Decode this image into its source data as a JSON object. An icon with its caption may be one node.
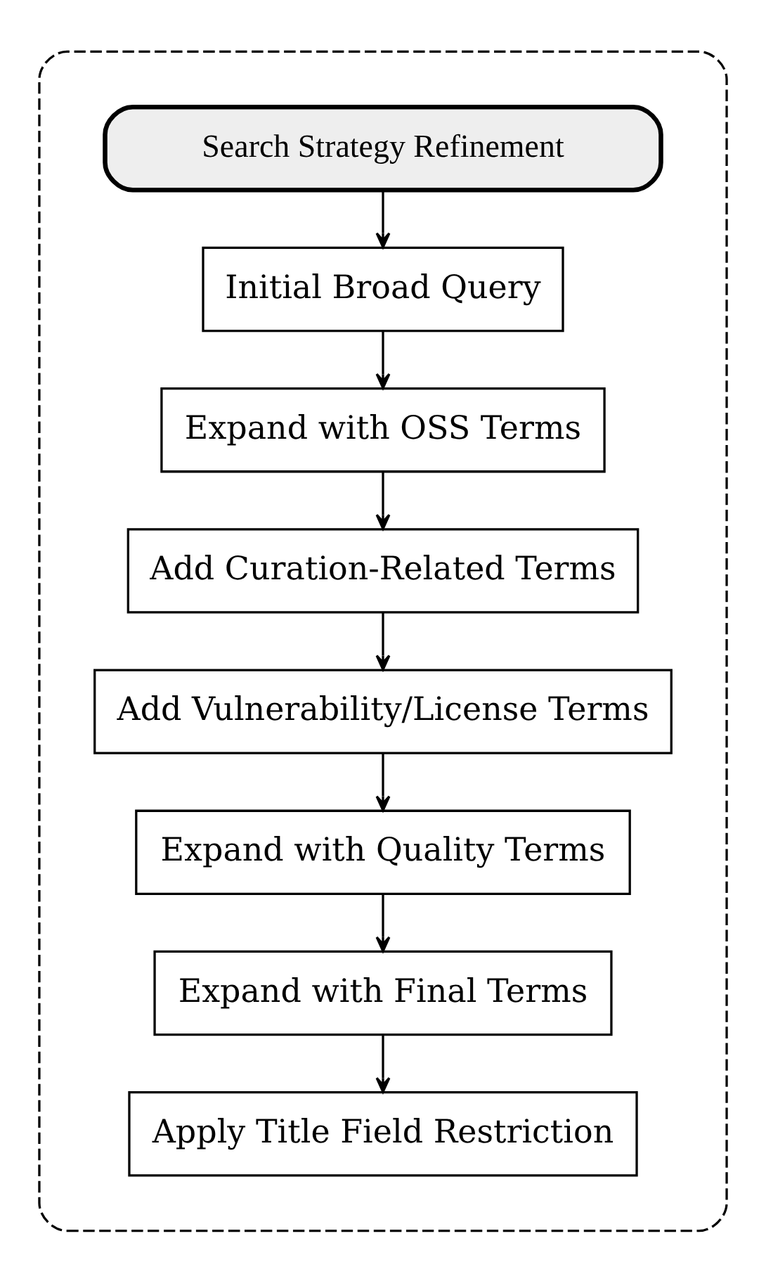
{
  "diagram": {
    "nodes": [
      {
        "text": [],
        "shape": "box"
      },
      {
        "text": [
          "Search Strategy Refinement"
        ],
        "in": 0
      },
      {
        "text": [
          "Initial Broad Query"
        ],
        "in": 0
      },
      {
        "text": [
          "Expand with OSS Terms"
        ],
        "in": 0
      },
      {
        "text": [
          "Add Curation-Related Terms"
        ],
        "in": 0
      },
      {
        "text": [
          "Add Vulnerability/License Terms"
        ],
        "in": 0
      },
      {
        "text": [
          "Expand with Quality Terms"
        ],
        "in": 0
      },
      {
        "text": [
          "Expand with Final Terms"
        ],
        "in": 0
      },
      {
        "text": [
          "Apply Title Field Restriction"
        ],
        "in": 0
      }
    ],
    "edges": [
      {
        "from": 1,
        "to": 2,
        "arrow": "to"
      },
      {
        "from": 2,
        "to": 3,
        "arrow": "to"
      },
      {
        "from": 3,
        "to": 4,
        "arrow": "to"
      },
      {
        "from": 4,
        "to": 5,
        "arrow": "to"
      },
      {
        "from": 5,
        "to": 6,
        "arrow": "to"
      },
      {
        "from": 6,
        "to": 7,
        "arrow": "to"
      },
      {
        "from": 7,
        "to": 8,
        "arrow": "to"
      }
    ]
  }
}
